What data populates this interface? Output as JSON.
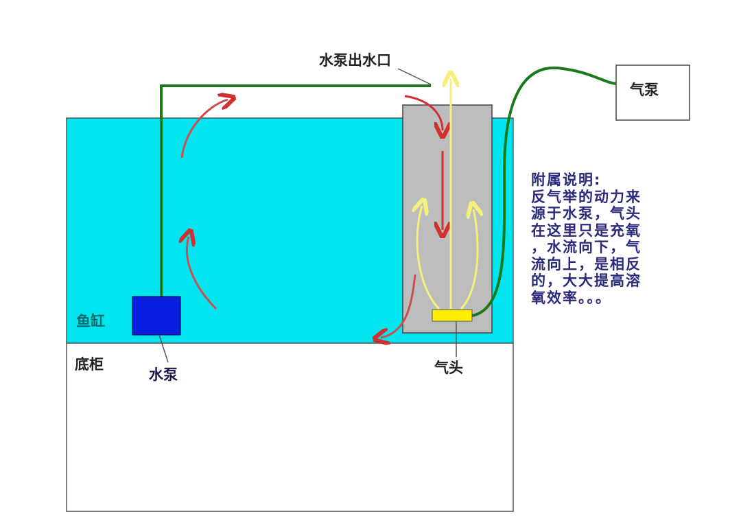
{
  "labels": {
    "pump_outlet": "水泵出水口",
    "air_pump": "气泵",
    "fish_tank": "鱼缸",
    "cabinet": "底柜",
    "water_pump": "水泵",
    "air_stone": "气头"
  },
  "notes": {
    "lines": [
      "附属说明:",
      "反气举的动力来",
      "源于水泵，气头",
      "在这里只是充氧",
      "，水流向下，气",
      "流向上，是相反",
      "的，大大提高溶",
      "氧效率。。。"
    ]
  },
  "colors": {
    "water": "#00e5f0",
    "sump": "#bdbdbd",
    "pipe": "#1a7a1a",
    "pump": "#0a1ee0",
    "air_stone": "#ffee00",
    "water_flow": "#d03030",
    "air_flow": "#f5f07a"
  }
}
